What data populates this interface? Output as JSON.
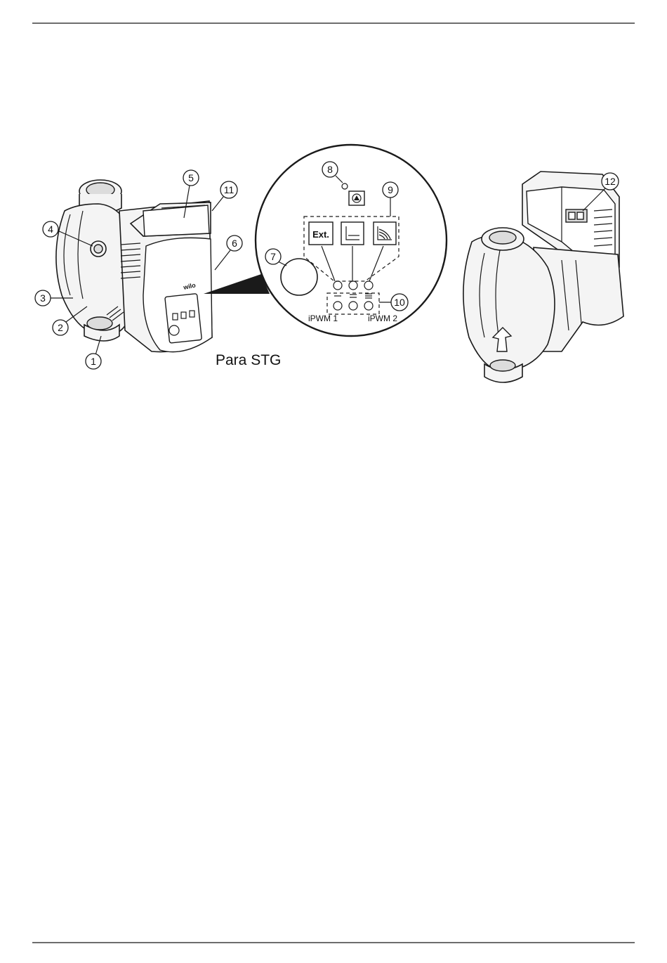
{
  "caption": "Para STG",
  "callouts": [
    "1",
    "2",
    "3",
    "4",
    "5",
    "6",
    "7",
    "8",
    "9",
    "10",
    "11",
    "12"
  ],
  "mode_buttons": {
    "ext_label": "Ext."
  },
  "pwm_labels": {
    "left": "iPWM 1",
    "right": "iPWM 2"
  },
  "brand": "wilo"
}
